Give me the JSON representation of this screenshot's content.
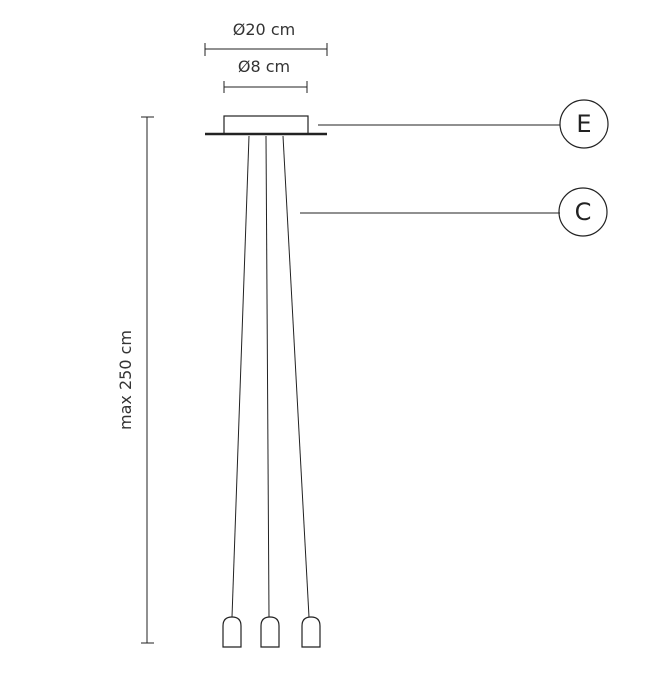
{
  "dimensions": {
    "canopy_outer": "Ø20 cm",
    "canopy_inner": "Ø8 cm",
    "max_height": "max 250 cm"
  },
  "callouts": {
    "canopy": "E",
    "cable": "C"
  },
  "colors": {
    "line": "#222222",
    "text": "#333333",
    "background": "#ffffff"
  }
}
